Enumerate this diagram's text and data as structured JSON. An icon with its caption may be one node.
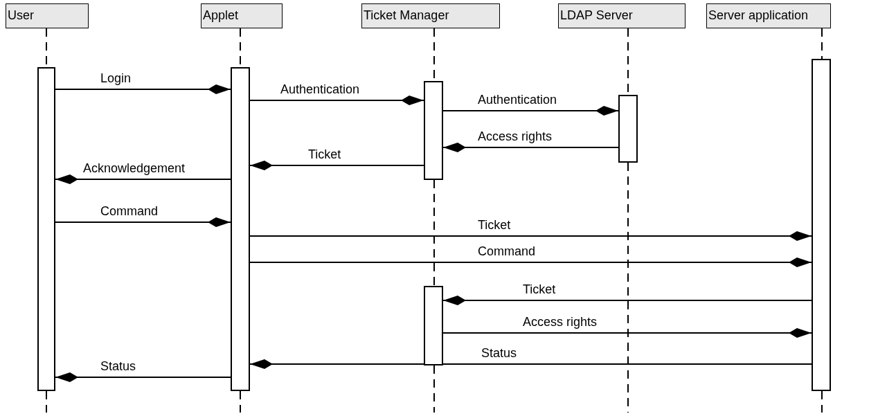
{
  "diagram": {
    "nodes": [
      {
        "text": [
          "User"
        ]
      },
      {
        "text": [
          "Applet"
        ]
      },
      {
        "text": [
          "Ticket Manager"
        ]
      },
      {
        "text": [
          "LDAP Server"
        ]
      },
      {
        "text": [
          "Server application"
        ]
      },
      {
        "text": [],
        "shape": "bar"
      },
      {
        "text": [],
        "shape": "bar"
      },
      {
        "text": [],
        "shape": "bar"
      },
      {
        "text": [],
        "shape": "bar"
      },
      {
        "text": [],
        "shape": "bar"
      },
      {
        "text": [],
        "shape": "bar"
      }
    ],
    "edges": [
      {
        "from": 5,
        "to": 6,
        "arrow": "to",
        "label": "Login"
      },
      {
        "from": 6,
        "to": 7,
        "arrow": "to",
        "label": "Authentication"
      },
      {
        "from": 7,
        "to": 8,
        "arrow": "to",
        "label": "Authentication"
      },
      {
        "from": 8,
        "to": 7,
        "arrow": "to",
        "label": "Access rights"
      },
      {
        "from": 7,
        "to": 6,
        "arrow": "to",
        "label": "Ticket"
      },
      {
        "from": 6,
        "to": 5,
        "arrow": "to",
        "label": "Acknowledgement"
      },
      {
        "from": 5,
        "to": 6,
        "arrow": "to",
        "label": "Command"
      },
      {
        "from": 6,
        "to": 10,
        "arrow": "to",
        "label": "Ticket"
      },
      {
        "from": 6,
        "to": 10,
        "arrow": "to",
        "label": "Command"
      },
      {
        "from": 10,
        "to": 9,
        "arrow": "to",
        "label": "Ticket"
      },
      {
        "from": 9,
        "to": 10,
        "arrow": "to",
        "label": "Access rights"
      },
      {
        "from": 10,
        "to": 6,
        "arrow": "to",
        "label": "Status"
      },
      {
        "from": 6,
        "to": 5,
        "arrow": "to",
        "label": "Status"
      },
      {
        "from": 0,
        "to": 5,
        "arrow": "none",
        "style": "dashed"
      },
      {
        "from": 5,
        "to": null,
        "arrow": "none",
        "style": "dashed"
      },
      {
        "from": 1,
        "to": 6,
        "arrow": "none",
        "style": "dashed"
      },
      {
        "from": 6,
        "to": null,
        "arrow": "none",
        "style": "dashed"
      },
      {
        "from": 2,
        "to": 7,
        "arrow": "none",
        "style": "dashed"
      },
      {
        "from": 7,
        "to": 9,
        "arrow": "none",
        "style": "dashed"
      },
      {
        "from": 9,
        "to": null,
        "arrow": "none",
        "style": "dashed"
      },
      {
        "from": 3,
        "to": 8,
        "arrow": "none",
        "style": "dashed"
      },
      {
        "from": 8,
        "to": null,
        "arrow": "none",
        "style": "dashed"
      },
      {
        "from": 4,
        "to": 10,
        "arrow": "none",
        "style": "dashed"
      },
      {
        "from": 10,
        "to": null,
        "arrow": "none",
        "style": "dashed"
      }
    ]
  }
}
